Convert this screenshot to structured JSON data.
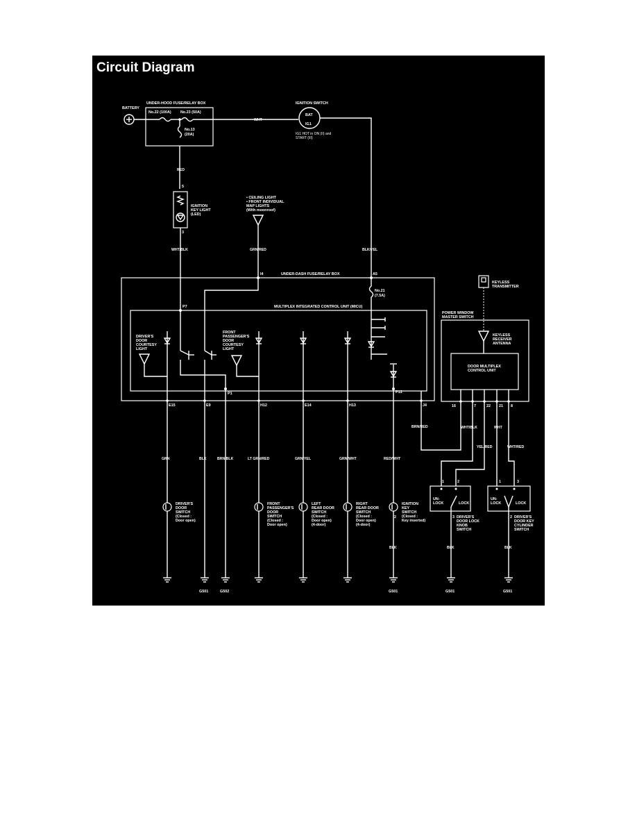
{
  "title": "Circuit Diagram",
  "components": {
    "battery": "BATTERY",
    "underhood_box": "UNDER-HOOD FUSE/RELAY BOX",
    "fuse22": "No.22 (100A)",
    "fuse23": "No.23 (50A)",
    "fuse13": [
      "No.13",
      "(20A)"
    ],
    "ignition_switch": "IGNITION SWITCH",
    "bat": "BAT",
    "ig1": "IG1",
    "ignition_note": [
      "IG1 HOT in ON (II) and",
      "START (III)"
    ],
    "key_light": [
      "IGNITION",
      "KEY LIGHT",
      "(LED)"
    ],
    "ceiling_light": [
      "• CEILING LIGHT",
      "• FRONT INDIVIDUAL",
      "  MAP LIGHTS",
      "  (With moonroof)"
    ],
    "underdash_box": "UNDER-DASH FUSE/RELAY BOX",
    "fuse21": [
      "No.21",
      "(7.5A)"
    ],
    "micu": "MULTIPLEX INTEGRATED CONTROL UNIT (MICU)",
    "driver_courtesy": [
      "DRIVER'S",
      "DOOR",
      "COURTESY",
      "LIGHT"
    ],
    "pass_courtesy": [
      "FRONT",
      "PASSENGER'S",
      "DOOR",
      "COURTESY",
      "LIGHT"
    ],
    "keyless_tx": [
      "KEYLESS",
      "TRANSMITTER"
    ],
    "pwm_switch": [
      "POWER WINDOW",
      "MASTER SWITCH"
    ],
    "keyless_rx": [
      "KEYLESS",
      "RECEIVER",
      "ANTENNA"
    ],
    "door_mpx": [
      "DOOR MULTIPLEX",
      "CONTROL UNIT"
    ],
    "driver_door_sw": [
      "DRIVER'S",
      "DOOR",
      "SWITCH",
      "(Closed :",
      "Door open)"
    ],
    "pass_door_sw": [
      "FRONT",
      "PASSENGER'S",
      "DOOR",
      "SWITCH",
      "(Closed :",
      "Door open)"
    ],
    "left_rear_sw": [
      "LEFT",
      "REAR DOOR",
      "SWITCH",
      "(Closed :",
      "Door open)",
      "(4-door)"
    ],
    "right_rear_sw": [
      "RIGHT",
      "REAR DOOR",
      "SWITCH",
      "(Closed :",
      "Door open)",
      "(4-door)"
    ],
    "ign_key_sw": [
      "IGNITION",
      "KEY",
      "SWITCH",
      "(Closed :",
      "Key inserted)"
    ],
    "door_lock_knob": [
      "DRIVER'S",
      "DOOR LOCK",
      "KNOB",
      "SWITCH"
    ],
    "key_cyl": [
      "DRIVER'S",
      "DOOR KEY",
      "CYLINDER",
      "SWITCH"
    ],
    "unlock": [
      "UN-",
      "LOCK"
    ],
    "lock": "LOCK"
  },
  "wires": {
    "wht": "WHT",
    "red": "RED",
    "wht_blk": "WHT/BLK",
    "grn_red": "GRN/RED",
    "blk_yel": "BLK/YEL",
    "grn": "GRN",
    "blk": "BLK",
    "brn_blk": "BRN/BLK",
    "ltgrn_red": "LT GRN/RED",
    "grn_yel": "GRN/YEL",
    "grn_wht": "GRN/WHT",
    "red_wht": "RED/WHT",
    "brn_red": "BRN/RED",
    "wht_blk2": "WHT/BLK",
    "yel_red": "YEL/RED",
    "wht2": "WHT",
    "wht_red": "WHT/RED"
  },
  "pins": {
    "p5a": "5",
    "p3": "3",
    "i4": "I4",
    "a5": "A5",
    "p7": "P7",
    "p1": "P1",
    "p13": "P13",
    "e15": "E15",
    "e9": "E9",
    "h12": "H12",
    "e14": "E14",
    "h13": "H13",
    "j4": "J4",
    "m16": "16",
    "m7": "7",
    "m22": "22",
    "m21": "21",
    "m8": "8",
    "k1": "1",
    "k2": "2",
    "k3": "3",
    "c1": "1",
    "c3": "3",
    "c2": "2",
    "i2": "2"
  },
  "grounds": {
    "g501": "G501",
    "g502": "G502"
  }
}
